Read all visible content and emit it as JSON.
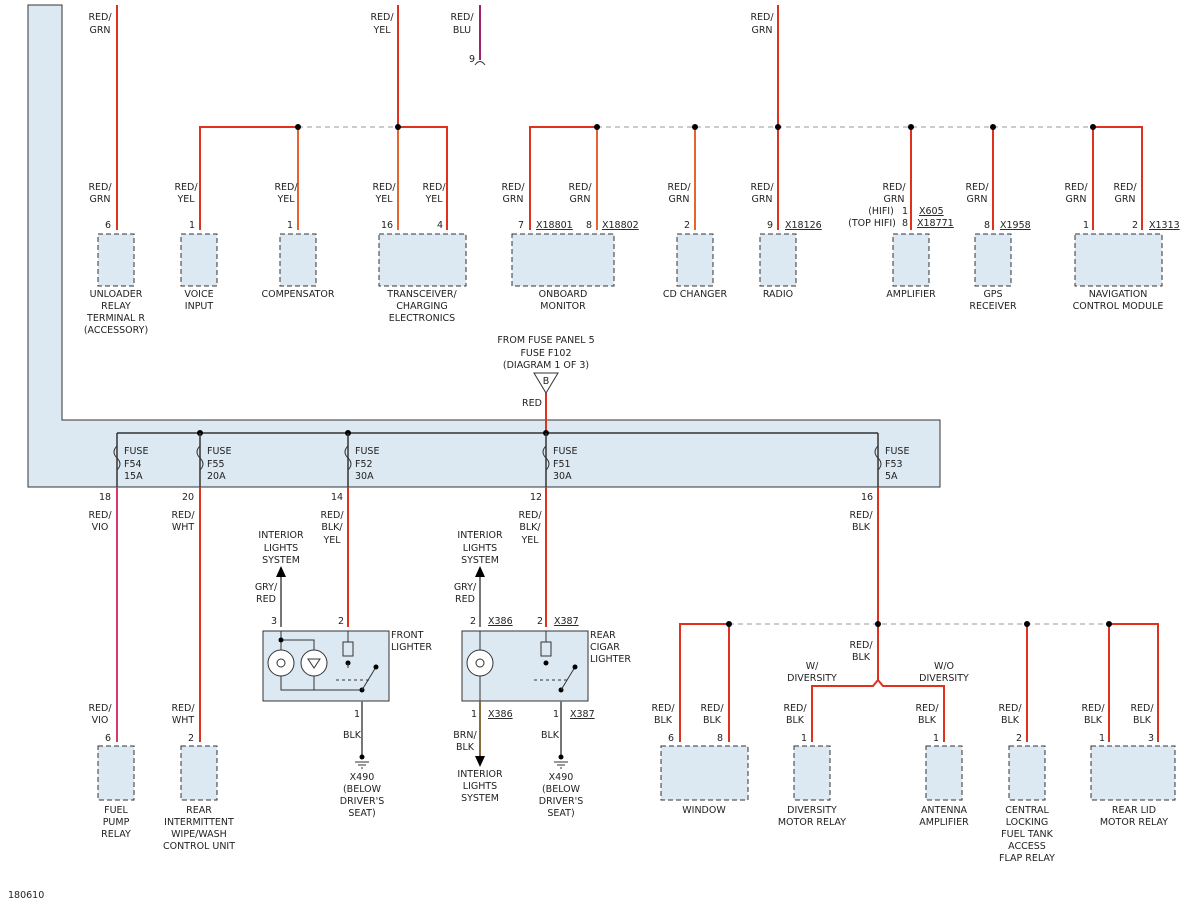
{
  "diagram_id": "180610",
  "fuse_source": {
    "line1": "FROM FUSE PANEL 5",
    "line2": "FUSE F102",
    "line3": "(DIAGRAM 1 OF 3)",
    "letter": "B",
    "wire": "RED"
  },
  "top_wires": {
    "w1": {
      "a": "RED/",
      "b": "GRN"
    },
    "w2": {
      "a": "RED/",
      "b": "YEL"
    },
    "w3": {
      "a": "RED/",
      "b": "BLU",
      "pin": "9"
    },
    "w4": {
      "a": "RED/",
      "b": "GRN"
    }
  },
  "top_components": [
    {
      "wa": "RED/",
      "wb": "GRN",
      "pin": "6",
      "name": [
        "UNLOADER",
        "RELAY",
        "TERMINAL R",
        "(ACCESSORY)"
      ]
    },
    {
      "wa": "RED/",
      "wb": "YEL",
      "pin": "1",
      "name": [
        "VOICE",
        "INPUT"
      ]
    },
    {
      "wa": "RED/",
      "wb": "YEL",
      "pin": "1",
      "name": [
        "COMPENSATOR"
      ]
    },
    {
      "wa": "RED/",
      "wb": "YEL",
      "pin": "16",
      "wa2": "RED/",
      "wb2": "YEL",
      "pin2": "4",
      "name": [
        "TRANSCEIVER/",
        "CHARGING",
        "ELECTRONICS"
      ]
    },
    {
      "wa": "RED/",
      "wb": "GRN",
      "pin": "7",
      "conn": "X18801",
      "wa2": "RED/",
      "wb2": "GRN",
      "pin2": "8",
      "conn2": "X18802",
      "name": [
        "ONBOARD",
        "MONITOR"
      ]
    },
    {
      "wa": "RED/",
      "wb": "GRN",
      "pin": "2",
      "name": [
        "CD CHANGER"
      ]
    },
    {
      "wa": "RED/",
      "wb": "GRN",
      "pin": "9",
      "conn": "X18126",
      "name": [
        "RADIO"
      ]
    },
    {
      "wa": "RED/",
      "wb": "GRN",
      "hifi": "(HIFI)",
      "tophifi": "(TOP HIFI)",
      "pin": "1",
      "pinb": "8",
      "conn": "X605",
      "connb": "X18771",
      "name": [
        "AMPLIFIER"
      ]
    },
    {
      "wa": "RED/",
      "wb": "GRN",
      "pin": "8",
      "conn": "X1958",
      "name": [
        "GPS",
        "RECEIVER"
      ]
    },
    {
      "wa": "RED/",
      "wb": "GRN",
      "pin": "1",
      "wa2": "RED/",
      "wb2": "GRN",
      "pin2": "2",
      "conn": "X1313",
      "name": [
        "NAVIGATION",
        "CONTROL MODULE"
      ]
    }
  ],
  "fuses": [
    {
      "label": "FUSE",
      "id": "F54",
      "amp": "15A",
      "pin": "18",
      "wa": "RED/",
      "wb": "VIO"
    },
    {
      "label": "FUSE",
      "id": "F55",
      "amp": "20A",
      "pin": "20",
      "wa": "RED/",
      "wb": "WHT"
    },
    {
      "label": "FUSE",
      "id": "F52",
      "amp": "30A",
      "pin": "14",
      "wa": "RED/",
      "wb": "BLK/",
      "wc": "YEL"
    },
    {
      "label": "FUSE",
      "id": "F51",
      "amp": "30A",
      "pin": "12",
      "wa": "RED/",
      "wb": "BLK/",
      "wc": "YEL"
    },
    {
      "label": "FUSE",
      "id": "F53",
      "amp": "5A",
      "pin": "16",
      "wa": "RED/",
      "wb": "BLK"
    }
  ],
  "bottom_left": {
    "fuel": {
      "wa": "RED/",
      "wb": "VIO",
      "pin": "6",
      "name": [
        "FUEL",
        "PUMP",
        "RELAY"
      ]
    },
    "rear_wipe": {
      "wa": "RED/",
      "wb": "WHT",
      "pin": "2",
      "name": [
        "REAR",
        "INTERMITTENT",
        "WIPE/WASH",
        "CONTROL UNIT"
      ]
    }
  },
  "lighters": {
    "front": {
      "name": [
        "FRONT",
        "LIGHTER"
      ],
      "interior": [
        "INTERIOR",
        "LIGHTS",
        "SYSTEM"
      ],
      "gry_a": "GRY/",
      "gry_b": "RED",
      "pin_gry": "3",
      "pin_in": "2",
      "pin_gnd": "1",
      "gnd_wire": "BLK",
      "gnd_name": [
        "X490",
        "(BELOW",
        "DRIVER'S",
        "SEAT)"
      ]
    },
    "rear": {
      "name": [
        "REAR",
        "CIGAR",
        "LIGHTER"
      ],
      "interior": [
        "INTERIOR",
        "LIGHTS",
        "SYSTEM"
      ],
      "gry_a": "GRY/",
      "gry_b": "RED",
      "pin_gry": "2",
      "conn_gry": "X386",
      "pin_in": "2",
      "conn_in": "X387",
      "pin_brn": "1",
      "conn_brn": "X386",
      "brn_a": "BRN/",
      "brn_b": "BLK",
      "interior2": [
        "INTERIOR",
        "LIGHTS",
        "SYSTEM"
      ],
      "pin_gnd": "1",
      "conn_gnd": "X387",
      "gnd_wire": "BLK",
      "gnd_name": [
        "X490",
        "(BELOW",
        "DRIVER'S",
        "SEAT)"
      ]
    }
  },
  "bottom_right": {
    "mid_wire": {
      "a": "RED/",
      "b": "BLK"
    },
    "with": [
      "W/",
      "DIVERSITY"
    ],
    "without": [
      "W/O",
      "DIVERSITY"
    ],
    "window": {
      "wa": "RED/",
      "wb": "BLK",
      "pin": "6",
      "wa2": "RED/",
      "wb2": "BLK",
      "pin2": "8",
      "name": [
        "WINDOW"
      ]
    },
    "diversity": {
      "wa": "RED/",
      "wb": "BLK",
      "pin": "1",
      "name": [
        "DIVERSITY",
        "MOTOR RELAY"
      ]
    },
    "antenna": {
      "wa": "RED/",
      "wb": "BLK",
      "pin": "1",
      "name": [
        "ANTENNA",
        "AMPLIFIER"
      ]
    },
    "central": {
      "wa": "RED/",
      "wb": "BLK",
      "pin": "2",
      "name": [
        "CENTRAL",
        "LOCKING",
        "FUEL TANK",
        "ACCESS",
        "FLAP RELAY"
      ]
    },
    "rearlid": {
      "wa": "RED/",
      "wb": "BLK",
      "pin": "1",
      "wa2": "RED/",
      "wb2": "BLK",
      "pin2": "3",
      "name": [
        "REAR LID",
        "MOTOR RELAY"
      ]
    }
  }
}
